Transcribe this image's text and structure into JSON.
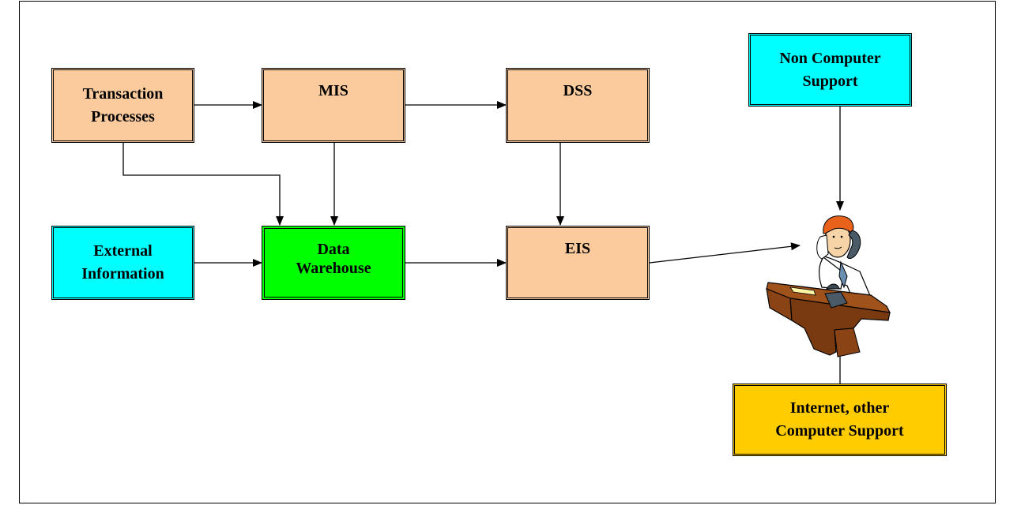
{
  "boxes": {
    "transaction": {
      "label": "Transaction\nProcesses",
      "color": "#FBCB9E"
    },
    "mis": {
      "label": "MIS",
      "color": "#FBCB9E"
    },
    "dss": {
      "label": "DSS",
      "color": "#FBCB9E"
    },
    "external": {
      "label": "External\nInformation",
      "color": "#00FFFF"
    },
    "warehouse": {
      "label": "Data\nWarehouse",
      "color": "#00FF00"
    },
    "eis": {
      "label": "EIS",
      "color": "#FBCB9E"
    },
    "noncomputer": {
      "label": "Non Computer\nSupport",
      "color": "#00FFFF"
    },
    "internet": {
      "label": "Internet, other\nComputer Support",
      "color": "#FFCC00"
    }
  },
  "figure": {
    "name": "executive-on-phone-clipart"
  }
}
